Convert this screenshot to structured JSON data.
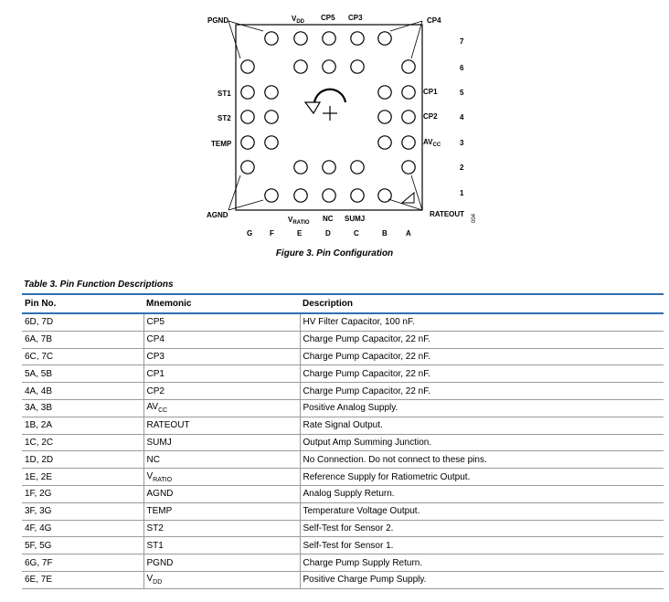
{
  "figure": {
    "caption": "Figure 3. Pin Configuration",
    "id_mark": "004",
    "labels": {
      "pgnd": "PGND",
      "vdd": "V",
      "vdd_sub": "DD",
      "cp5": "CP5",
      "cp3": "CP3",
      "cp4": "CP4",
      "st1": "ST1",
      "st2": "ST2",
      "temp": "TEMP",
      "agnd": "AGND",
      "cp1": "CP1",
      "cp2": "CP2",
      "avcc": "AV",
      "avcc_sub": "CC",
      "rateout": "RATEOUT",
      "vratio": "V",
      "vratio_sub": "RATIO",
      "nc": "NC",
      "sumj": "SUMJ"
    },
    "rows": [
      "7",
      "6",
      "5",
      "4",
      "3",
      "2",
      "1"
    ],
    "cols": [
      "G",
      "F",
      "E",
      "D",
      "C",
      "B",
      "A"
    ]
  },
  "table": {
    "title": "Table 3. Pin Function Descriptions",
    "headers": {
      "pin": "Pin No.",
      "mnemonic": "Mnemonic",
      "description": "Description"
    },
    "rows": [
      {
        "pin": "6D, 7D",
        "mnemonic": "CP5",
        "sub": "",
        "description": "HV Filter Capacitor, 100 nF."
      },
      {
        "pin": "6A, 7B",
        "mnemonic": "CP4",
        "sub": "",
        "description": "Charge Pump Capacitor, 22 nF."
      },
      {
        "pin": "6C, 7C",
        "mnemonic": "CP3",
        "sub": "",
        "description": "Charge Pump Capacitor, 22 nF."
      },
      {
        "pin": "5A, 5B",
        "mnemonic": "CP1",
        "sub": "",
        "description": "Charge Pump Capacitor, 22 nF."
      },
      {
        "pin": "4A, 4B",
        "mnemonic": "CP2",
        "sub": "",
        "description": "Charge Pump Capacitor, 22 nF."
      },
      {
        "pin": "3A, 3B",
        "mnemonic": "AV",
        "sub": "CC",
        "description": "Positive Analog Supply."
      },
      {
        "pin": "1B, 2A",
        "mnemonic": "RATEOUT",
        "sub": "",
        "description": "Rate Signal Output."
      },
      {
        "pin": "1C, 2C",
        "mnemonic": "SUMJ",
        "sub": "",
        "description": "Output Amp Summing Junction."
      },
      {
        "pin": "1D, 2D",
        "mnemonic": "NC",
        "sub": "",
        "description": "No Connection. Do not connect to these pins."
      },
      {
        "pin": "1E, 2E",
        "mnemonic": "V",
        "sub": "RATIO",
        "description": "Reference Supply for Ratiometric Output."
      },
      {
        "pin": "1F, 2G",
        "mnemonic": "AGND",
        "sub": "",
        "description": "Analog Supply Return."
      },
      {
        "pin": "3F, 3G",
        "mnemonic": "TEMP",
        "sub": "",
        "description": "Temperature Voltage Output."
      },
      {
        "pin": "4F, 4G",
        "mnemonic": "ST2",
        "sub": "",
        "description": "Self-Test for Sensor 2."
      },
      {
        "pin": "5F, 5G",
        "mnemonic": "ST1",
        "sub": "",
        "description": "Self-Test for Sensor 1."
      },
      {
        "pin": "6G, 7F",
        "mnemonic": "PGND",
        "sub": "",
        "description": "Charge Pump Supply Return."
      },
      {
        "pin": "6E, 7E",
        "mnemonic": "V",
        "sub": "DD",
        "description": "Positive Charge Pump Supply."
      }
    ]
  }
}
